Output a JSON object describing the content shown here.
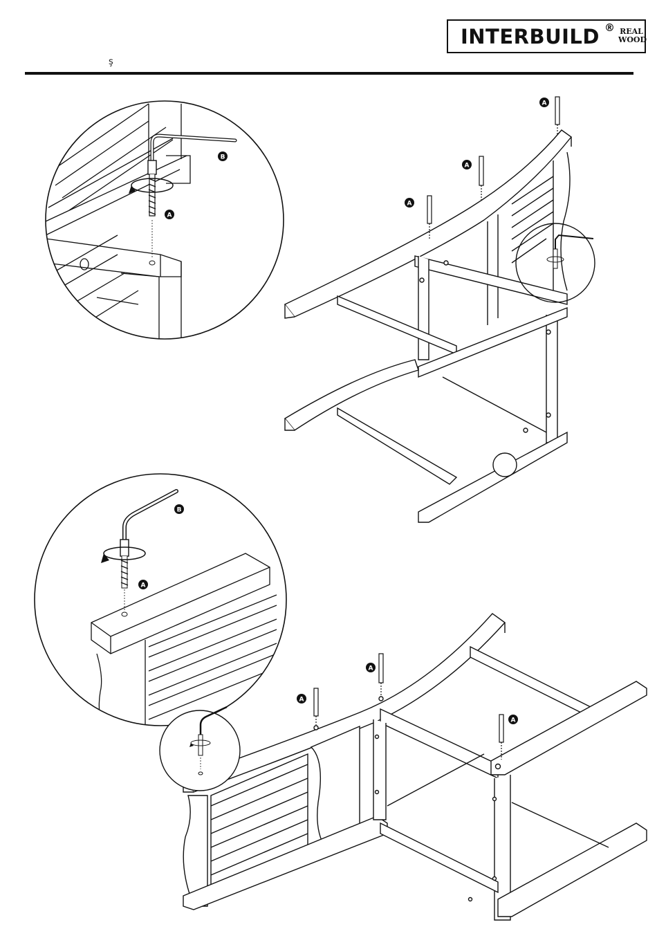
{
  "header": {
    "brand": "INTERBUILD",
    "registered": "®",
    "tag_line1": "REAL",
    "tag_line2": "WOOD",
    "mark": "ş"
  },
  "labels": {
    "screw": "A",
    "hex_key": "B"
  }
}
